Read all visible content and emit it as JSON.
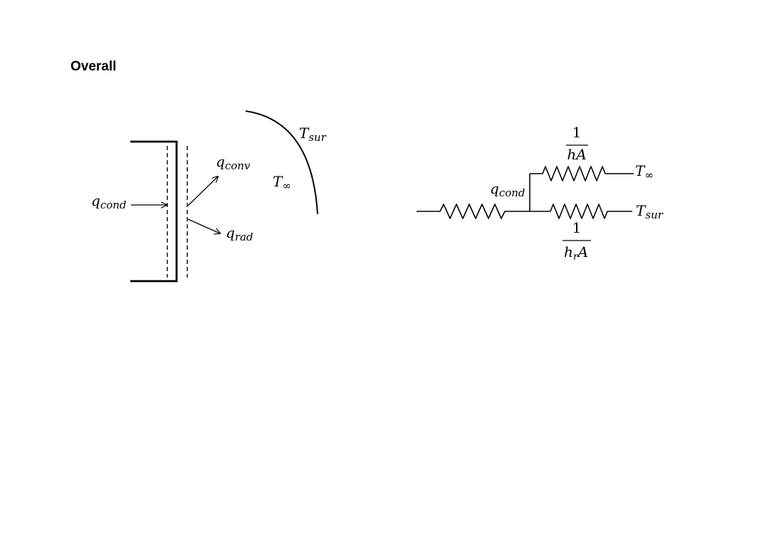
{
  "heading": "Overall",
  "colors": {
    "stroke": "#000000",
    "background": "#ffffff"
  },
  "left_diagram": {
    "q_cond": {
      "base": "q",
      "sub": "cond"
    },
    "q_conv": {
      "base": "q",
      "sub": "conv"
    },
    "q_rad": {
      "base": "q",
      "sub": "rad"
    },
    "t_sur": {
      "base": "T",
      "sub": "sur"
    },
    "t_inf": {
      "base": "T",
      "sub": "∞"
    }
  },
  "right_circuit": {
    "q_cond": {
      "base": "q",
      "sub": "cond"
    },
    "r_conv": {
      "num": "1",
      "den": "hA"
    },
    "r_rad": {
      "num": "1",
      "den_base": "h",
      "den_sub": "r",
      "den_tail": "A"
    },
    "t_inf": {
      "base": "T",
      "sub": "∞"
    },
    "t_sur": {
      "base": "T",
      "sub": "sur"
    }
  }
}
